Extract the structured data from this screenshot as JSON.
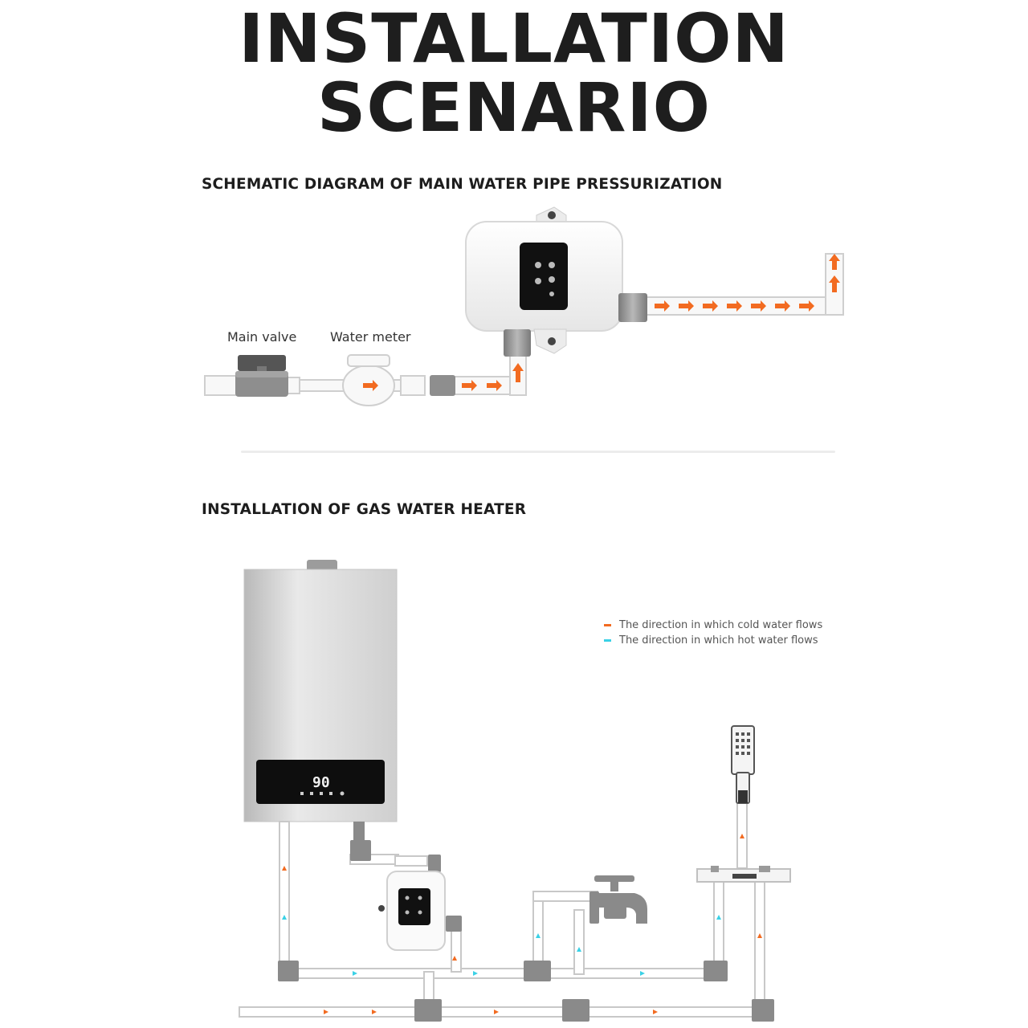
{
  "title": {
    "line1": "INSTALLATION",
    "line2": "SCENARIO"
  },
  "section1": {
    "heading": "SCHEMATIC DIAGRAM OF MAIN WATER PIPE PRESSURIZATION",
    "labels": {
      "main_valve": "Main valve",
      "water_meter": "Water meter"
    }
  },
  "section2": {
    "heading": "INSTALLATION OF GAS WATER HEATER",
    "heater_display": "90",
    "legend": [
      {
        "text": "The direction in which cold water flows",
        "color": "#f26b21"
      },
      {
        "text": "The direction in which hot water flows",
        "color": "#3ad1e6"
      }
    ]
  },
  "colors": {
    "cold_flow": "#f26b21",
    "hot_flow": "#3ad1e6",
    "pipe_outline": "#c8c8c8",
    "fitting_gray": "#8a8a8a"
  }
}
